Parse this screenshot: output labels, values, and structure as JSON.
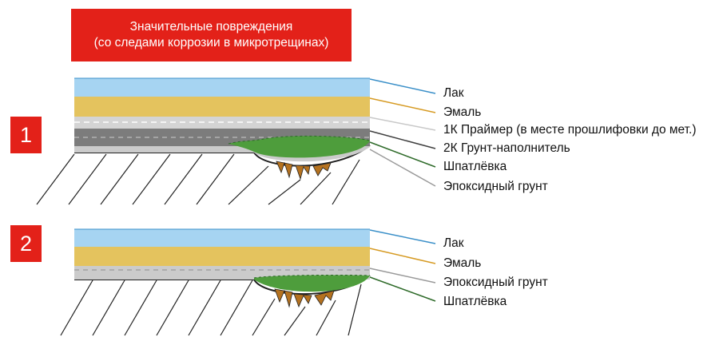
{
  "banner": {
    "line1": "Значительные повреждения",
    "line2": "(со следами коррозии в микротрещинах)"
  },
  "section1": {
    "number": "1",
    "labels": [
      {
        "text": "Лак",
        "color": "#3a8fc8"
      },
      {
        "text": "Эмаль",
        "color": "#d69a22"
      },
      {
        "text": "1К Праймер (в месте прошлифовки до мет.)",
        "color": "#bdbdbd"
      },
      {
        "text": "2К Грунт-наполнитель",
        "color": "#3f3f3f"
      },
      {
        "text": "Шпатлёвка",
        "color": "#2f6b2a"
      },
      {
        "text": "Эпоксидный грунт",
        "color": "#9a9a9a"
      }
    ]
  },
  "section2": {
    "number": "2",
    "labels": [
      {
        "text": "Лак",
        "color": "#3a8fc8"
      },
      {
        "text": "Эмаль",
        "color": "#d69a22"
      },
      {
        "text": "Эпоксидный грунт",
        "color": "#9a9a9a"
      },
      {
        "text": "Шпатлёвка",
        "color": "#2f6b2a"
      }
    ]
  },
  "colors": {
    "accent_red": "#e32119",
    "lacquer": "#a6d4f2",
    "enamel": "#e4c35e",
    "primer_1k": "#d4d4d4",
    "filler_2k": "#7c7c7c",
    "epoxy": "#cbcbcb",
    "putty": "#4e9d3c",
    "rust": "#b5721f"
  }
}
